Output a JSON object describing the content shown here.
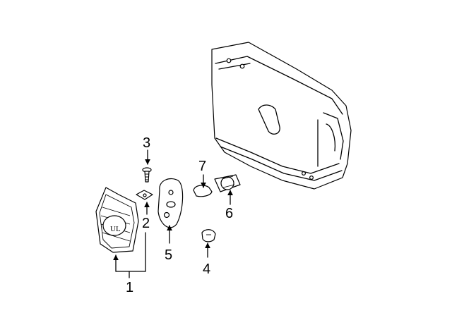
{
  "diagram": {
    "callouts": [
      {
        "id": "c1",
        "label": "1"
      },
      {
        "id": "c2",
        "label": "2"
      },
      {
        "id": "c3",
        "label": "3"
      },
      {
        "id": "c4",
        "label": "4"
      },
      {
        "id": "c5",
        "label": "5"
      },
      {
        "id": "c6",
        "label": "6"
      },
      {
        "id": "c7",
        "label": "7"
      }
    ],
    "emblem_text": "UL"
  },
  "colors": {
    "line": "#000000",
    "background": "#ffffff"
  }
}
